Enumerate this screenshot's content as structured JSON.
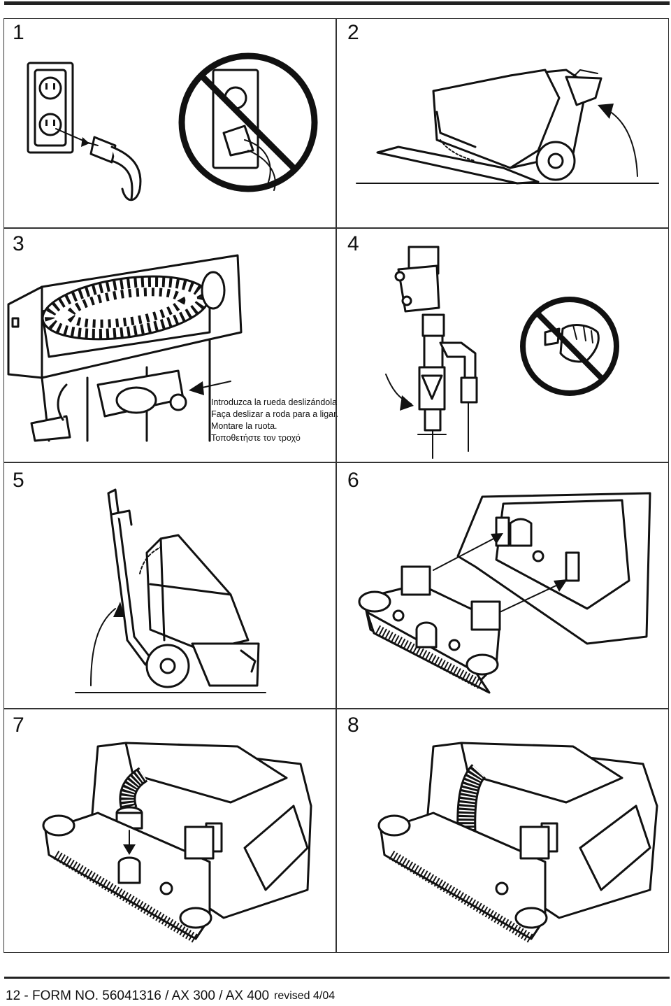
{
  "panels": [
    {
      "number": "1",
      "subject": "plug-outlet"
    },
    {
      "number": "2",
      "subject": "machine-tilt-back"
    },
    {
      "number": "3",
      "subject": "brush-wheel-install"
    },
    {
      "number": "4",
      "subject": "valve-handle"
    },
    {
      "number": "5",
      "subject": "machine-tilt-up"
    },
    {
      "number": "6",
      "subject": "squeegee-attach"
    },
    {
      "number": "7",
      "subject": "hose-attach"
    },
    {
      "number": "8",
      "subject": "hose-attached"
    }
  ],
  "caption_lines": [
    "Introduzca la rueda deslizándola",
    "Faça deslizar a roda para a ligar.",
    "Montare la ruota.",
    "Τοποθετήστε τον τροχό"
  ],
  "footer": {
    "form": "12 - FORM NO. 56041316 / AX 300 / AX 400",
    "revised": "revised 4/04"
  }
}
